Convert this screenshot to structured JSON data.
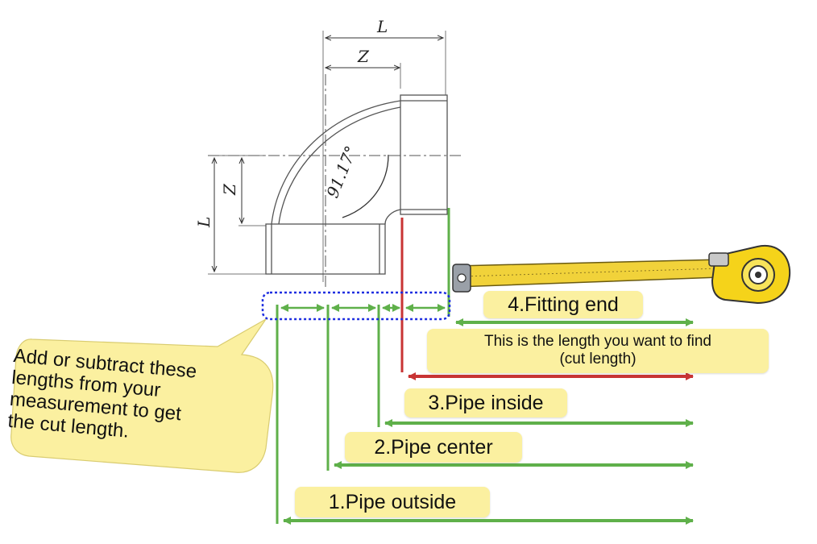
{
  "drawing": {
    "dim_L_top": "L",
    "dim_Z_top": "Z",
    "dim_L_left": "L",
    "dim_Z_left": "Z",
    "angle": "91.17°"
  },
  "labels": {
    "fitting_end": "4.Fitting end",
    "cut_length_line1": "This is the length you want to find",
    "cut_length_line2": "(cut length)",
    "pipe_inside": "3.Pipe inside",
    "pipe_center": "2.Pipe center",
    "pipe_outside": "1.Pipe outside"
  },
  "callout": {
    "lines": [
      "Add or subtract these",
      "lengths from your",
      "measurement to get",
      "the cut length."
    ]
  },
  "colors": {
    "green": "#5fb04a",
    "red": "#c83434",
    "label_bg": "#fbf0a0",
    "selection_blue": "#1e2ee0",
    "tape_yellow": "#f5d31a"
  }
}
